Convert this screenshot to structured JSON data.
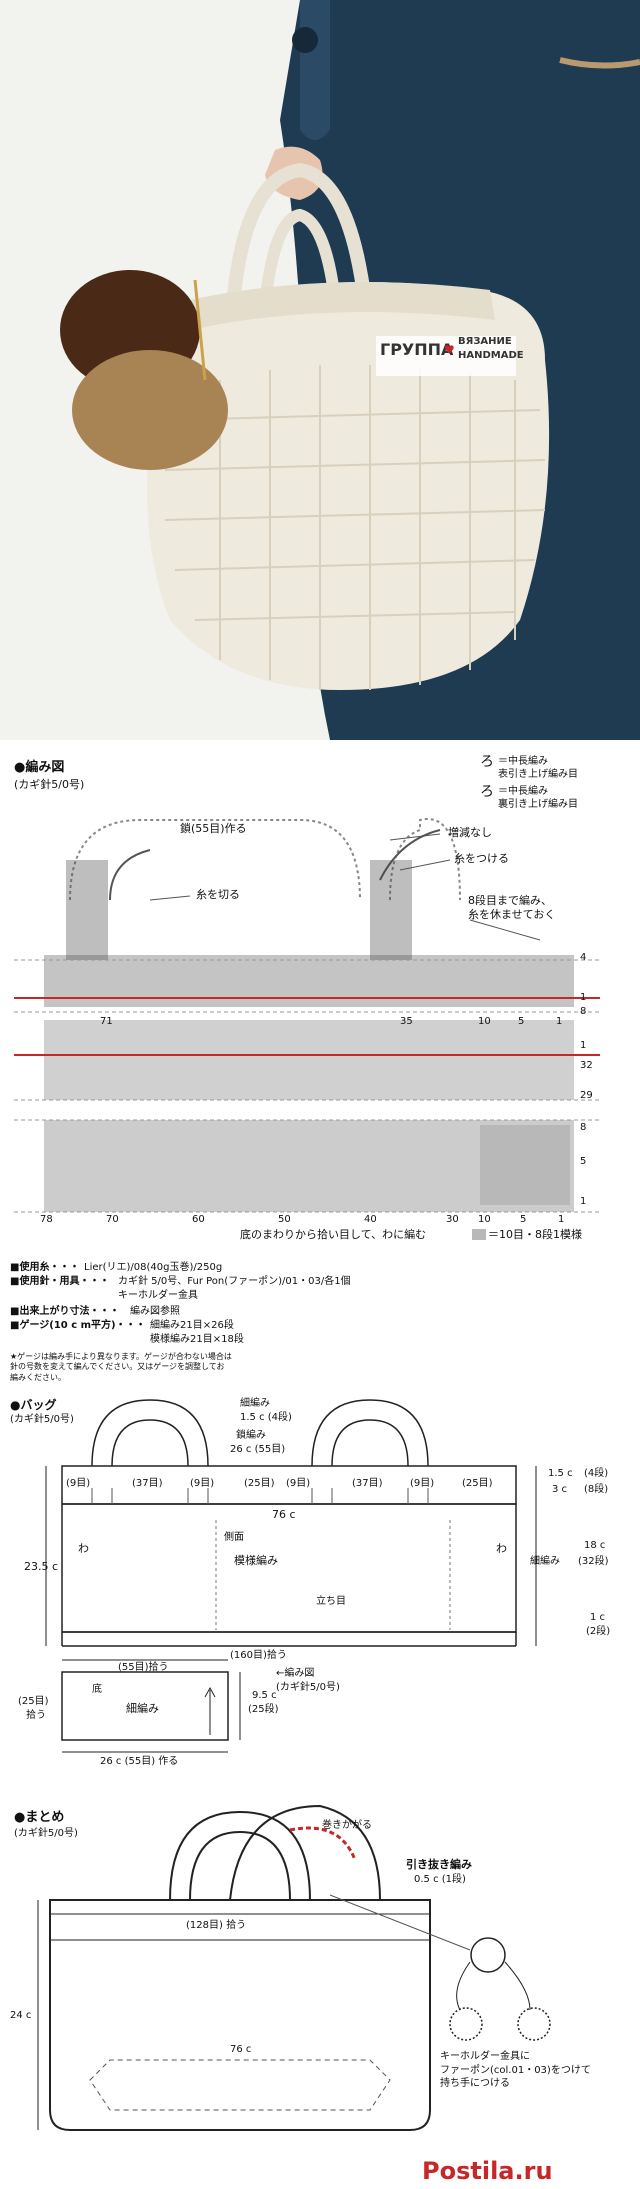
{
  "photo": {
    "watermark": {
      "brand_1": "ГРУППА",
      "brand_2": "ВЯЗАНИЕ",
      "brand_3": "HANDMADE"
    }
  },
  "chart": {
    "title": "●編み図",
    "hook": "(カギ針5/0号)",
    "legend_1_symbol": "ろ",
    "legend_1": "＝中長編み\n表引き上げ編み目",
    "legend_2_symbol": "ろ",
    "legend_2": "＝中長編み\n裏引き上げ編み目",
    "handle_chain": "鎖(55目)作る",
    "no_change": "増減なし",
    "attach_yarn": "糸をつける",
    "cut_yarn": "糸を切る",
    "rest_note": "8段目まで編み、\n糸を休ませておく",
    "bottom_note": "底のまわりから拾い目して、わに編む",
    "repeat_note": "＝10目・8段1模様",
    "row_labels": [
      "4",
      "1",
      "8",
      "1",
      "32",
      "29",
      "8",
      "5",
      "1"
    ],
    "col_labels_top": [
      "71",
      "35",
      "10",
      "5",
      "1"
    ],
    "col_labels_bottom": [
      "78",
      "70",
      "60",
      "50",
      "40",
      "30",
      "10",
      "5",
      "1"
    ]
  },
  "materials": {
    "yarn_label": "■使用糸・・・",
    "yarn": "Lier(リエ)/08(40g玉巻)/250g",
    "tools_label": "■使用針・用具・・・",
    "tools": "カギ針 5/0号、Fur Pon(ファーポン)/01・03/各1個",
    "tools_2": "キーホルダー金具",
    "size_label": "■出来上がり寸法・・・",
    "size": "編み図参照",
    "gauge_label": "■ゲージ(10 c m平方)・・・",
    "gauge_1": "細編み21目×26段",
    "gauge_2": "模様編み21目×18段",
    "gauge_note": "★ゲージは編み手により異なります。ゲージが合わない場合は\n針の号数を変えて編んでください。又はゲージを調整してお\n編みください。"
  },
  "bag": {
    "title": "●バッグ",
    "hook": "(カギ針5/0号)",
    "sc_label": "細編み",
    "handle_height": "1.5 c (4段)",
    "chain_label": "鎖編み",
    "chain_count": "26 c (55目)",
    "top_segments": [
      "(9目)",
      "(37目)",
      "(9目)",
      "(25目)",
      "(9目)",
      "(37目)",
      "(9目)",
      "(25目)"
    ],
    "right_top_1": "1.5 c",
    "right_top_1b": "(4段)",
    "right_top_2": "3 c",
    "right_top_2b": "(8段)",
    "width": "76 c",
    "height": "23.5 c",
    "side_label": "側面",
    "pattern_label": "模様編み",
    "wa_left": "わ",
    "wa_right": "わ",
    "right_18": "18 c",
    "right_32": "(32段)",
    "right_sc": "細編み",
    "stand": "立ち目",
    "right_1c": "1 c",
    "right_2row": "(2段)",
    "pickup": "(160目)拾う",
    "base_pickup": "(55目)拾う",
    "base_left_1": "(25目)",
    "base_left_2": "拾う",
    "base_label_1": "底",
    "base_label_2": "細編み",
    "base_right_1": "9.5 c",
    "base_right_2": "(25段)",
    "base_bottom": "26 c (55目) 作る",
    "chart_ref": "←編み図",
    "chart_ref_hook": "(カギ針5/0号)"
  },
  "finish": {
    "title": "●まとめ",
    "hook": "(カギ針5/0号)",
    "wrap": "巻きかがる",
    "slip": "引き抜き編み",
    "slip_size": "0.5 c (1段)",
    "pickup": "(128目) 拾う",
    "height": "24 c",
    "width": "76 c",
    "keyholder": "キーホルダー金具に\nファーポン(col.01・03)をつけて\n持ち手につける"
  },
  "footer": {
    "site": "Postila.ru"
  },
  "colors": {
    "coat": "#1f3b52",
    "bag": "#efeade",
    "fur_dark": "#4a2a17",
    "fur_light": "#a88454",
    "accent_red": "#c62828",
    "gray_fill": "#b8b8b8"
  }
}
